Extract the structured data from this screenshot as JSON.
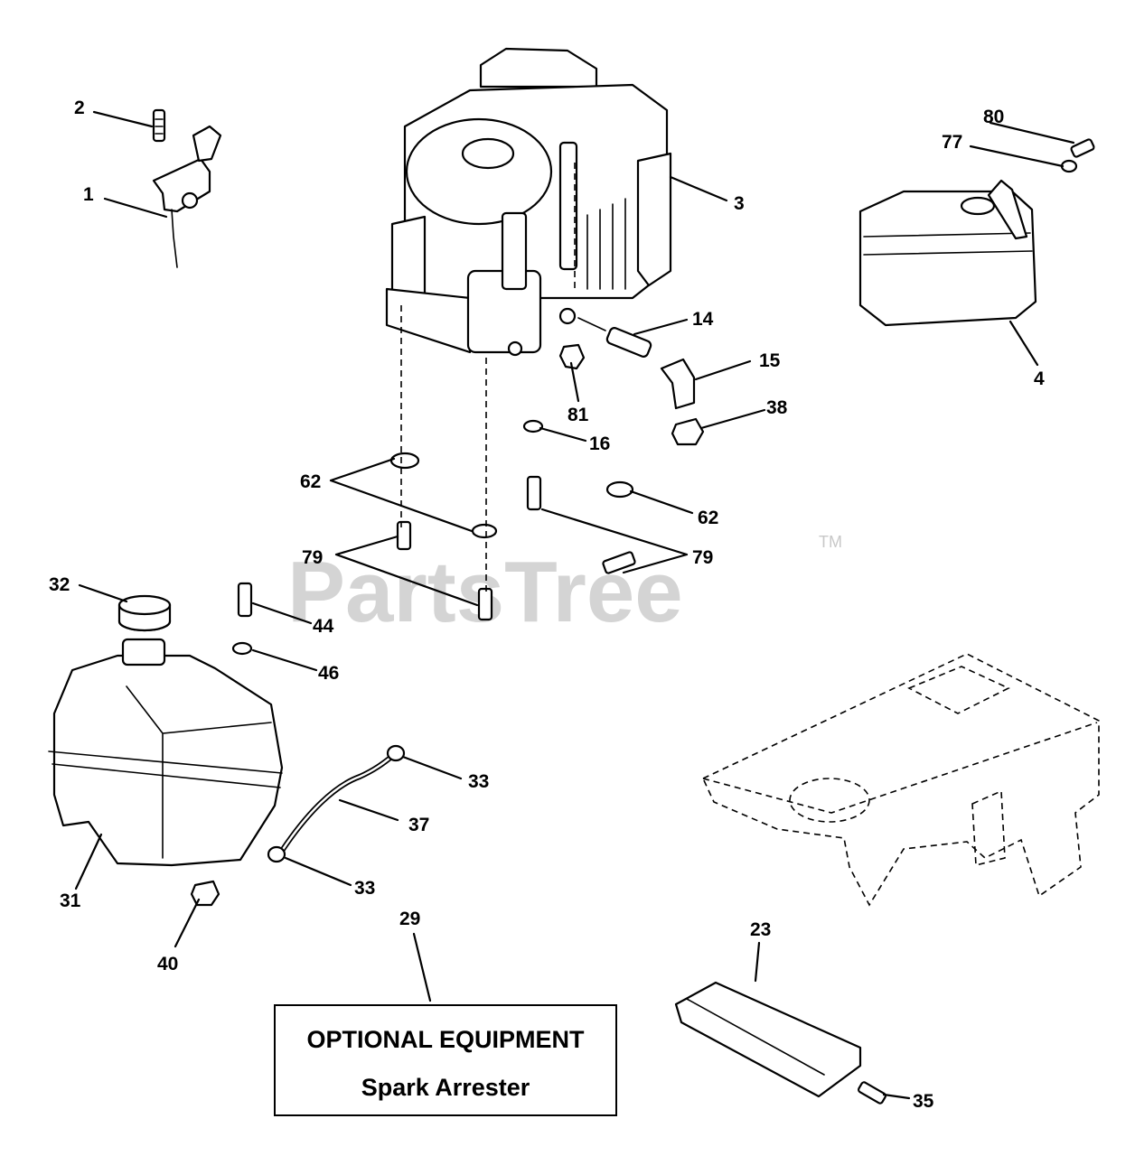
{
  "watermark": {
    "brand": "PartsTree",
    "mark": "TM"
  },
  "callouts": [
    "1",
    "2",
    "3",
    "4",
    "14",
    "15",
    "16",
    "23",
    "29",
    "31",
    "32",
    "33",
    "33",
    "35",
    "37",
    "38",
    "40",
    "44",
    "46",
    "62",
    "62",
    "77",
    "79",
    "79",
    "80",
    "81"
  ],
  "optional_box": {
    "line1": "OPTIONAL EQUIPMENT",
    "line2": "Spark Arrester"
  }
}
